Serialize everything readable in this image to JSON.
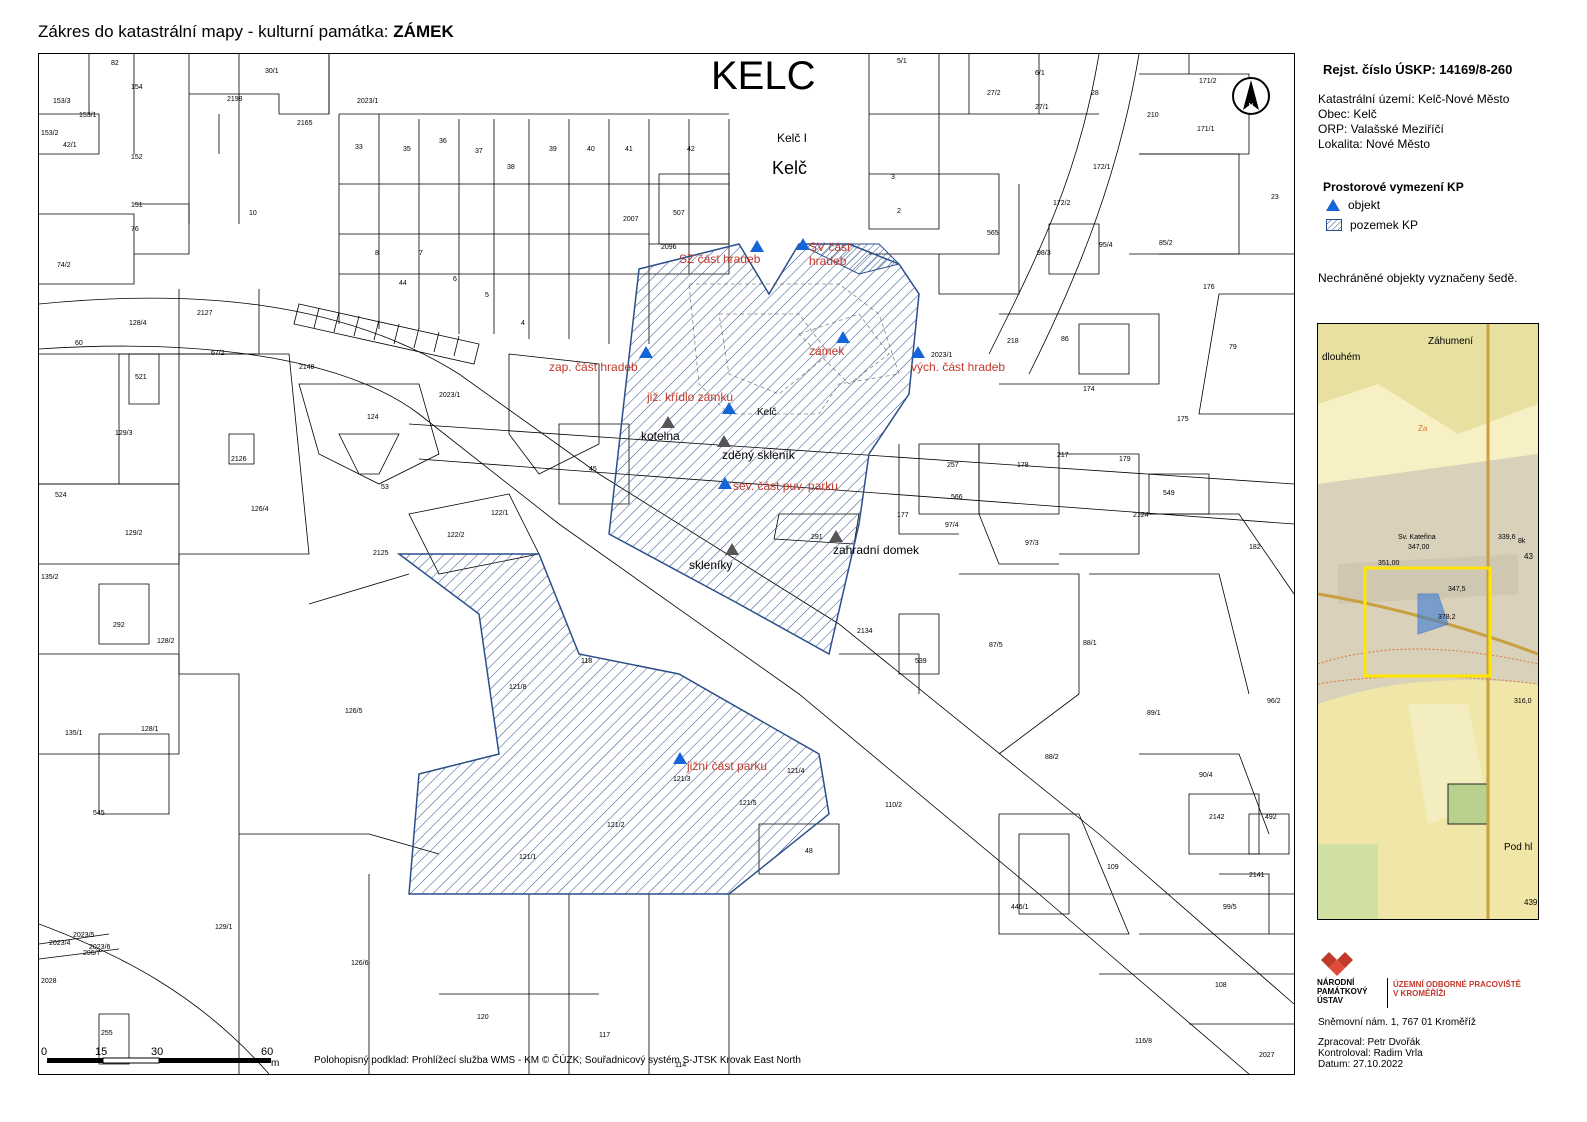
{
  "header": {
    "title_prefix": "Zákres do katastrální mapy - kulturní památka:",
    "title_bold": "ZÁMEK"
  },
  "map": {
    "town_caps": "KELC",
    "town_label_small": "Kelč I",
    "town_label": "Kelč",
    "building_label": "Kelč",
    "source_note": "Polohopisný podklad: Prohlížecí služba WMS - KM © ČÚZK;  Souřadnicový systém S-JTSK Krovak East North",
    "scale_ticks": [
      "0",
      "15",
      "30",
      "60"
    ],
    "scale_unit": "m",
    "objects": [
      {
        "label": "SZ část hradeb",
        "status": "protected"
      },
      {
        "label": "SV část hradeb",
        "status": "protected"
      },
      {
        "label": "zámek",
        "status": "protected"
      },
      {
        "label": "zap. část hradeb",
        "status": "protected"
      },
      {
        "label": "vých. část hradeb",
        "status": "protected"
      },
      {
        "label": "již. křídlo zámku",
        "status": "protected"
      },
      {
        "label": "kotelna",
        "status": "unprotected"
      },
      {
        "label": "zděný skleník",
        "status": "unprotected"
      },
      {
        "label": "sev. část puv. parku",
        "status": "protected"
      },
      {
        "label": "zahradní domek",
        "status": "unprotected"
      },
      {
        "label": "skleníky",
        "status": "unprotected"
      },
      {
        "label": "jižní část parku",
        "status": "protected"
      }
    ],
    "parcels": [
      "82",
      "154",
      "30/1",
      "153/3",
      "153/1",
      "153/2",
      "42/1",
      "152",
      "2198",
      "2023/1",
      "2165",
      "33",
      "35",
      "36",
      "37",
      "38",
      "39",
      "40",
      "41",
      "42",
      "151",
      "10",
      "2007",
      "507",
      "76",
      "2096",
      "8",
      "7",
      "44",
      "6",
      "5",
      "4",
      "74/2",
      "128/4",
      "2127",
      "60",
      "67/2",
      "521",
      "129/3",
      "2148",
      "124",
      "2023/1",
      "53",
      "2126",
      "126/4",
      "45",
      "524",
      "129/2",
      "122/1",
      "122/2",
      "135/2",
      "2125",
      "292",
      "128/2",
      "118",
      "121/8",
      "126/5",
      "135/1",
      "128/1",
      "121/3",
      "121/4",
      "121/2",
      "121/5",
      "545",
      "121/1",
      "48",
      "129/1",
      "126/6",
      "120",
      "117",
      "114",
      "255",
      "2023/4",
      "2023/5",
      "2023/6",
      "296/7",
      "2028",
      "5/1",
      "6/1",
      "27/2",
      "27/1",
      "3",
      "2",
      "98/3",
      "565",
      "28",
      "172/1",
      "172/2",
      "95/4",
      "85/2",
      "171/2",
      "210",
      "171/1",
      "23",
      "176",
      "79",
      "218",
      "86",
      "174",
      "175",
      "2023/1",
      "178",
      "217",
      "179",
      "257",
      "97/4",
      "566",
      "97/3",
      "177",
      "291",
      "549",
      "2124",
      "182",
      "2134",
      "539",
      "87/5",
      "88/1",
      "89/1",
      "96/2",
      "88/2",
      "110/2",
      "90/4",
      "2142",
      "492",
      "2141",
      "99/5",
      "109",
      "446/1",
      "108",
      "116/8",
      "2027"
    ],
    "colors": {
      "protected_marker": "#1565d8",
      "unprotected_marker": "#555555",
      "label_red": "#c0392b",
      "hatch_blue": "#2b4f8a"
    }
  },
  "sidebar": {
    "register": "Rejst. číslo ÚSKP: 14169/8-260",
    "info": [
      "Katastrální území: Kelč-Nové Město",
      "Obec: Kelč",
      "ORP: Valašské Meziříčí",
      "Lokalita: Nové Město"
    ],
    "legend_title": "Prostorové vymezení KP",
    "legend_object": "objekt",
    "legend_parcel": "pozemek KP",
    "note": "Nechráněné objekty vyznačeny šedě.",
    "overview": {
      "labels": [
        "Záhumení",
        "dlouhém",
        "Sv. Kateřina",
        "347,00",
        "351,00",
        "339,6",
        "43",
        "347,5",
        "378,2",
        "316,0",
        "Pod hl",
        "439",
        "Za",
        "8k"
      ]
    },
    "institution": {
      "name_line1": "NÁRODNÍ",
      "name_line2": "PAMÁTKOVÝ",
      "name_line3": "ÚSTAV",
      "dept_line1": "ÚZEMNÍ ODBORNÉ PRACOVIŠTĚ",
      "dept_line2": "V KROMĚŘÍŽI"
    },
    "address": "Sněmovní nám. 1, 767 01 Kroměříž",
    "prepared": "Zpracoval: Petr Dvořák",
    "checked": "Kontroloval: Radim Vrla",
    "date": "Datum: 27.10.2022"
  }
}
